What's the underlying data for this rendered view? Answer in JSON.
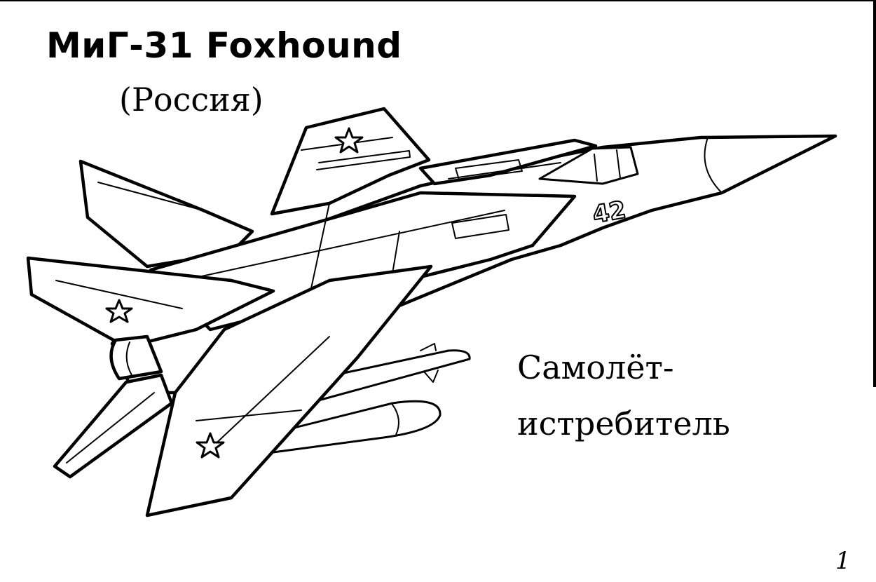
{
  "title": "МиГ-31 Foxhound",
  "subtitle": "(Россия)",
  "caption": {
    "line1": "Самолёт-",
    "line2": "истребитель"
  },
  "tail_number": "42",
  "page_number": "1"
}
